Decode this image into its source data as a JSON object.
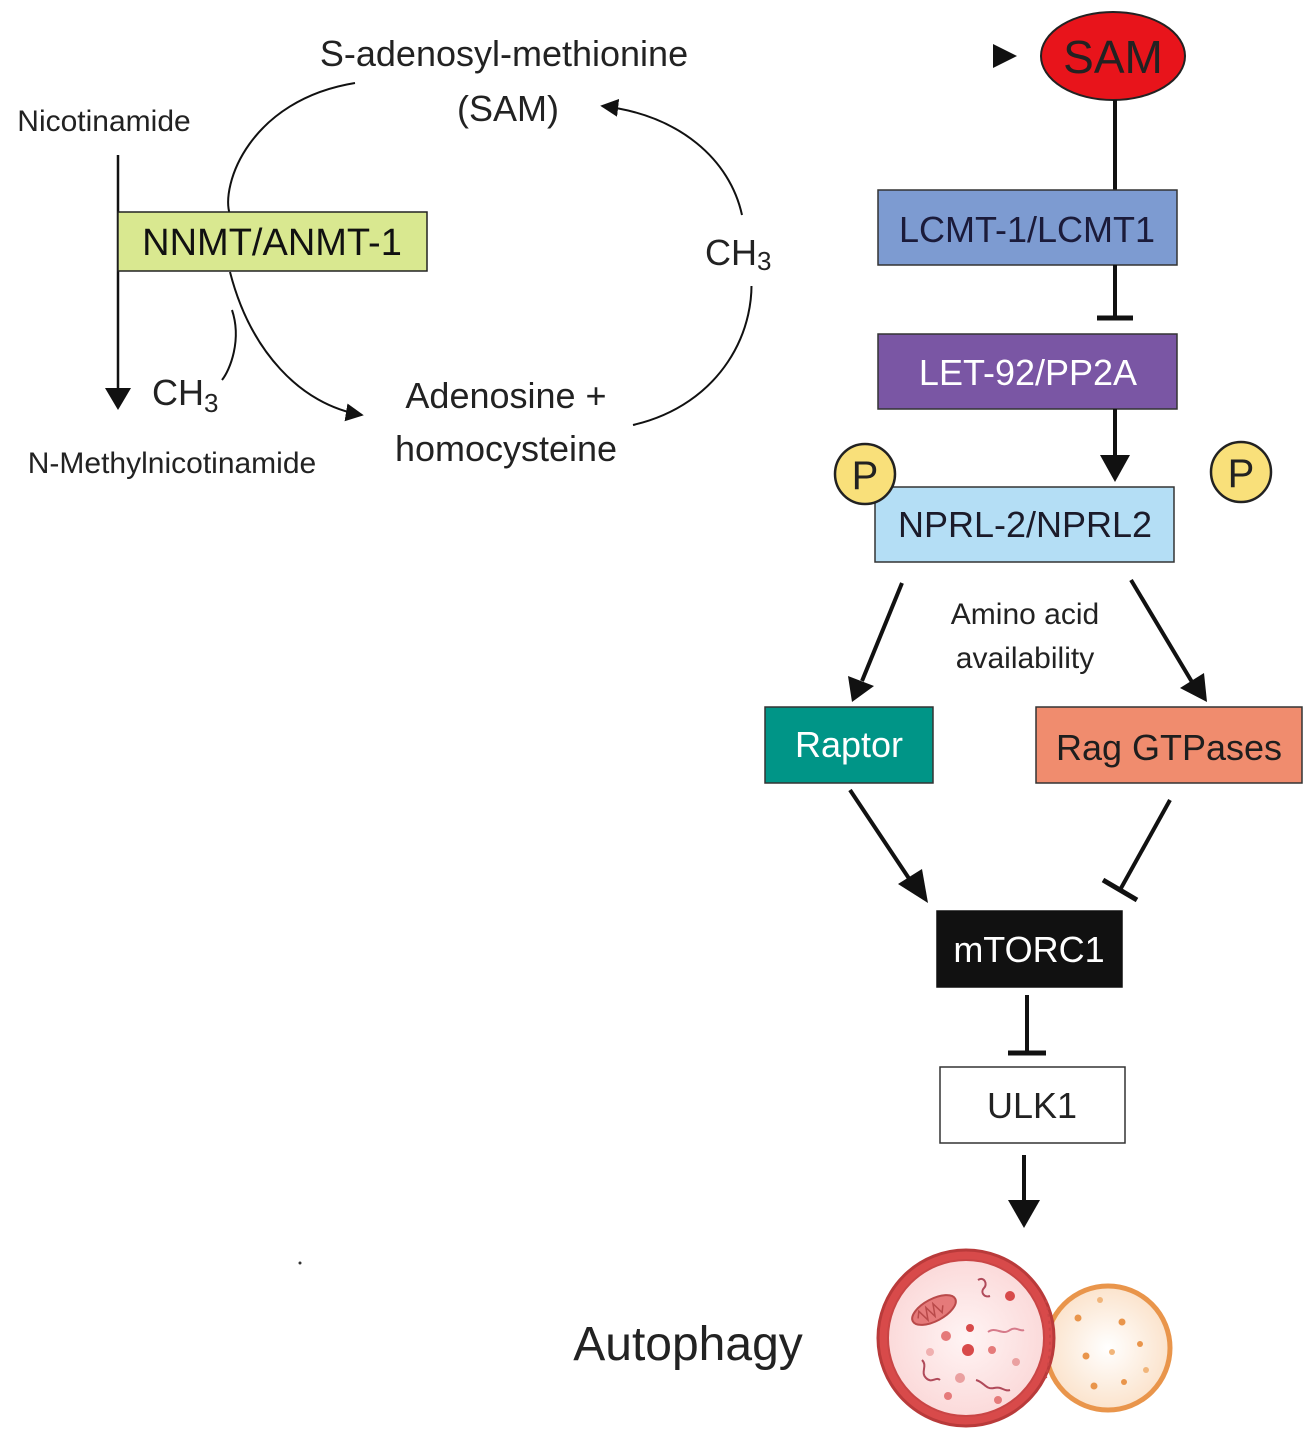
{
  "methylation_cycle": {
    "sam_full_name": "S-adenosyl-methionine",
    "sam_abbrev": "(SAM)",
    "nicotinamide": "Nicotinamide",
    "enzyme": "NNMT/ANMT-1",
    "methyl_group_ch": "CH",
    "methyl_group_sub": "3",
    "product": "N-Methylnicotinamide",
    "byproduct_line1": "Adenosine +",
    "byproduct_line2": "homocysteine"
  },
  "pathway": {
    "sam": "SAM",
    "lcmt": "LCMT-1/LCMT1",
    "let92": "LET-92/PP2A",
    "nprl": "NPRL-2/NPRL2",
    "phospho": "P",
    "amino_line1": "Amino acid",
    "amino_line2": "availability",
    "raptor": "Raptor",
    "rag": "Rag GTPases",
    "mtorc1": "mTORC1",
    "ulk1": "ULK1",
    "autophagy": "Autophagy"
  },
  "colors": {
    "sam_node": "#e8141b",
    "nnmt_box": "#d9e890",
    "lcmt_box": "#7d9bd1",
    "let92_box": "#7a56a4",
    "nprl_box": "#b4def5",
    "phospho_circle": "#f9e07a",
    "raptor_box": "#009587",
    "rag_box": "#f08c6e",
    "mtorc1_box": "#111111",
    "autophagosome": "#d84a4a",
    "lysosome": "#e9954b"
  }
}
